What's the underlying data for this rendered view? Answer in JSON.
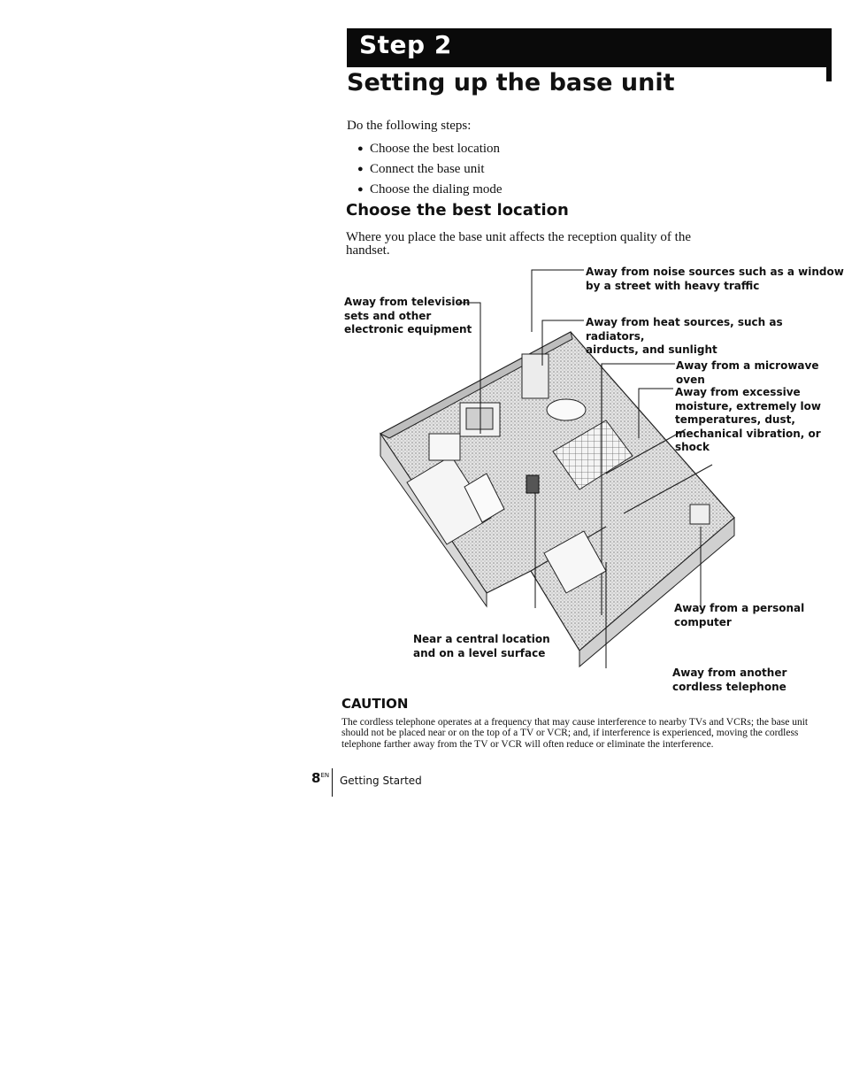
{
  "header": {
    "step_label": "Step 2",
    "title": "Setting up the base unit"
  },
  "intro": "Do the following steps:",
  "steps": [
    "Choose the best location",
    "Connect the base unit",
    "Choose the dialing mode"
  ],
  "section": {
    "title": "Choose the best location",
    "description": "Where you place the base unit affects the reception quality of the handset."
  },
  "callouts": {
    "television": [
      "Away from television",
      "sets and other",
      "electronic equipment"
    ],
    "noise": [
      "Away from noise sources such as a window",
      "by a street with heavy traffic"
    ],
    "heat": [
      "Away from heat sources, such as radiators,",
      "airducts, and sunlight"
    ],
    "microwave": [
      "Away from a microwave",
      "oven"
    ],
    "moisture": [
      "Away from excessive",
      "moisture, extremely low",
      "temperatures, dust,",
      "mechanical vibration, or",
      "shock"
    ],
    "central": [
      "Near a central location",
      "and on a level surface"
    ],
    "computer": [
      "Away from a personal",
      "computer"
    ],
    "cordless": [
      "Away from another",
      "cordless telephone"
    ]
  },
  "caution": {
    "title": "CAUTION",
    "text": "The cordless telephone operates at a frequency that may cause interference to nearby TVs and VCRs; the base unit should not be placed near or on the top of a TV or VCR; and, if interference is experienced, moving the cordless telephone farther away from the TV or VCR will often reduce or eliminate the interference."
  },
  "footer": {
    "page_number": "8",
    "page_suffix": "EN",
    "section_name": "Getting Started"
  }
}
